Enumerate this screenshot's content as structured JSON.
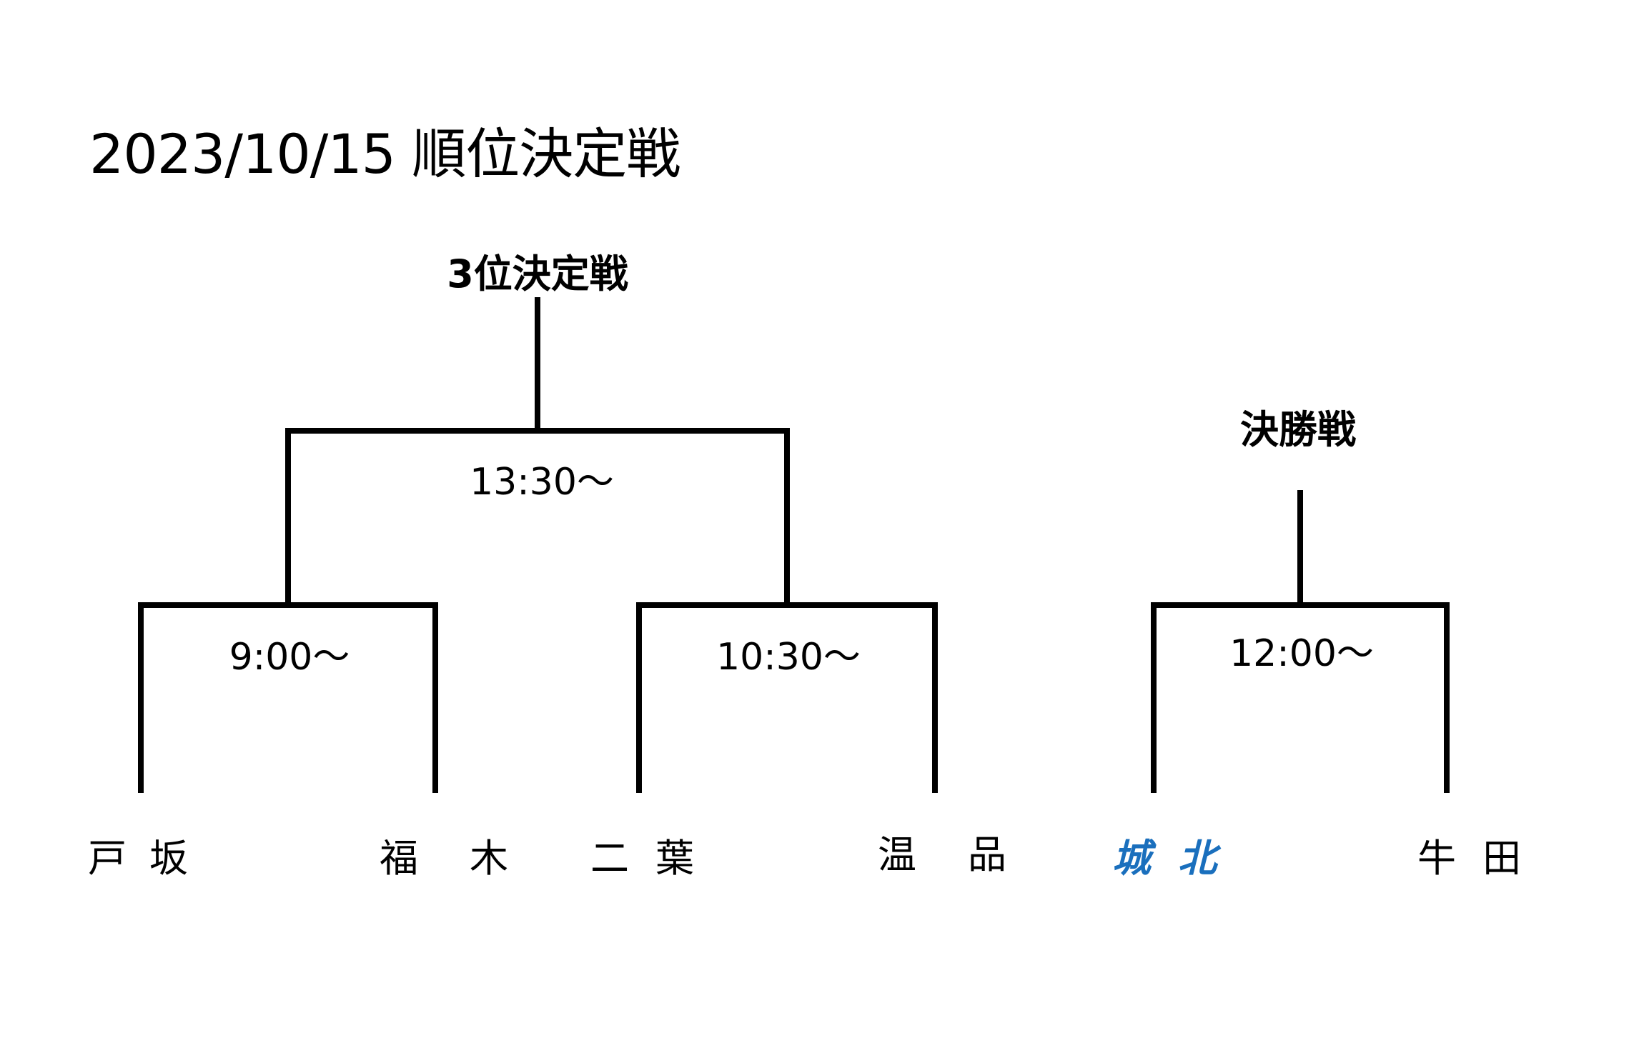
{
  "title": "2023/10/15 順位決定戦",
  "rounds": {
    "third_place": "3位決定戦",
    "final": "決勝戦"
  },
  "times": {
    "match_1": "9:00～",
    "match_2": "10:30～",
    "third_place_match": "13:30～",
    "final_match": "12:00～"
  },
  "teams": [
    {
      "chars": [
        "戸",
        "坂"
      ],
      "highlight": false
    },
    {
      "chars": [
        "福",
        "木"
      ],
      "highlight": false
    },
    {
      "chars": [
        "二",
        "葉"
      ],
      "highlight": false
    },
    {
      "chars": [
        "温",
        "品"
      ],
      "highlight": false
    },
    {
      "chars": [
        "城",
        "北"
      ],
      "highlight": true
    },
    {
      "chars": [
        "牛",
        "田"
      ],
      "highlight": false
    }
  ],
  "colors": {
    "line": "#000000",
    "highlight_team": "#1a6fbd"
  }
}
